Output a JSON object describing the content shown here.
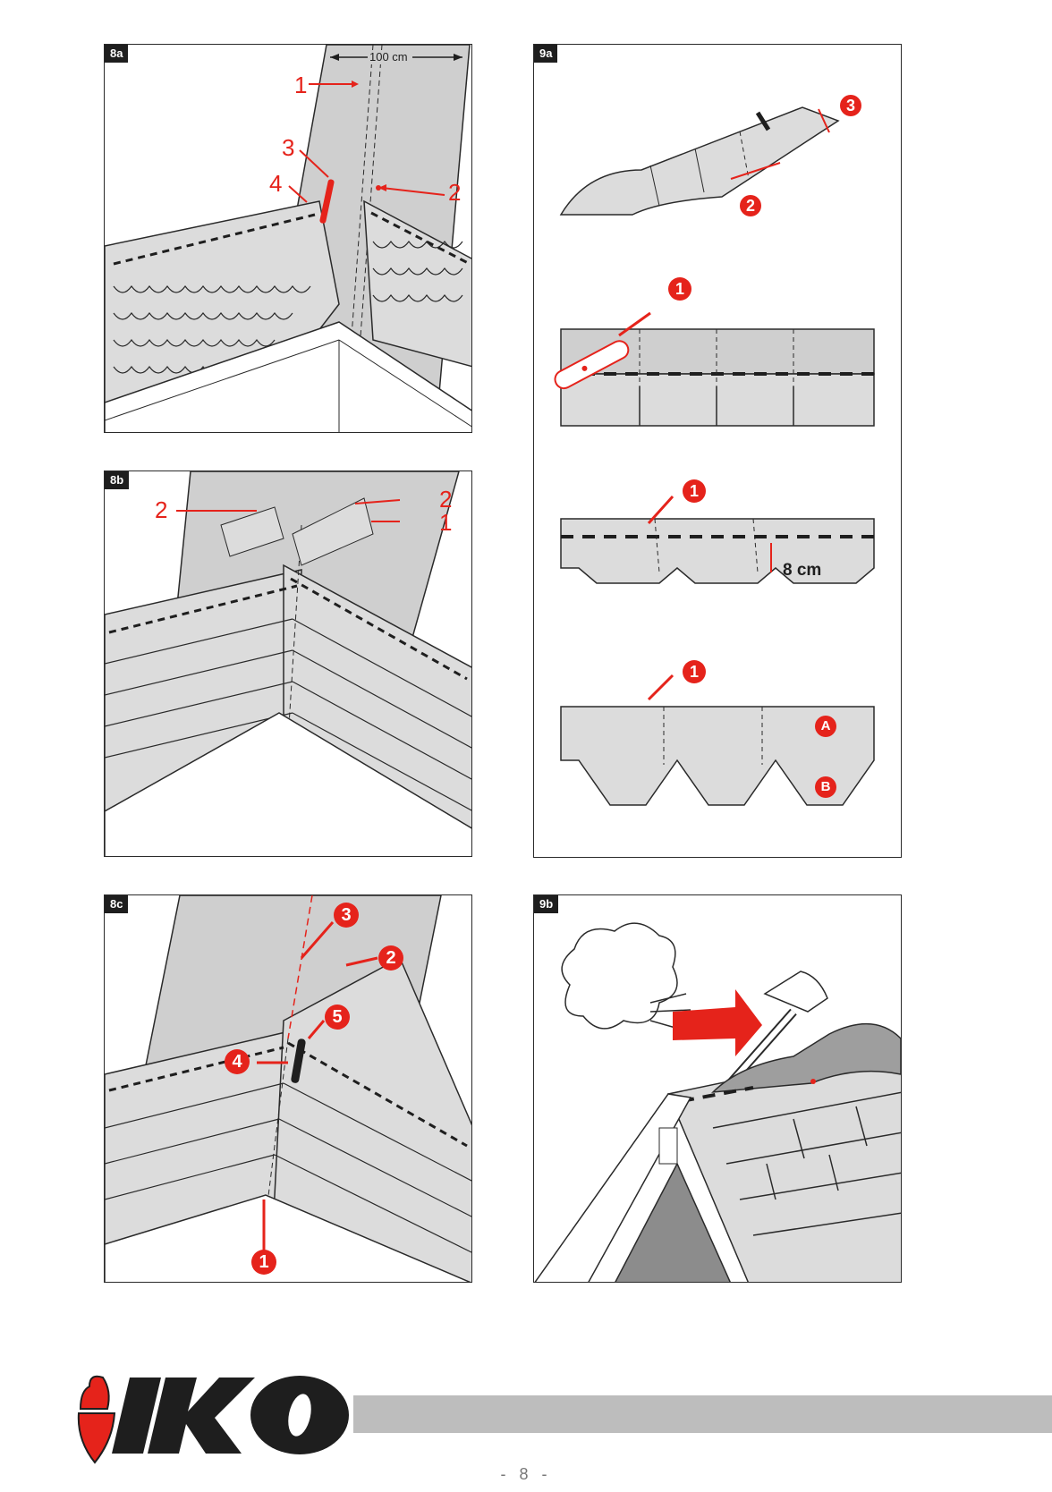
{
  "panels": [
    {
      "id": "8a",
      "label": "8a",
      "callouts": {
        "width": "100 cm",
        "n1": "1",
        "n2": "2",
        "n3": "3",
        "n4": "4"
      }
    },
    {
      "id": "9a",
      "label": "9a",
      "callouts": {
        "n3": "3",
        "n2": "2",
        "n1a": "1",
        "n1b": "1",
        "n1c": "1",
        "dim": "8 cm",
        "A": "A",
        "B": "B"
      }
    },
    {
      "id": "8b",
      "label": "8b",
      "callouts": {
        "n2a": "2",
        "n2b": "2",
        "n1": "1"
      }
    },
    {
      "id": "8c",
      "label": "8c",
      "callouts": {
        "n3": "3",
        "n2": "2",
        "n5": "5",
        "n4": "4",
        "n1": "1"
      }
    },
    {
      "id": "9b",
      "label": "9b",
      "callouts": {}
    }
  ],
  "footer": {
    "brand": "IKO",
    "page_number": "- 8 -"
  },
  "colors": {
    "accent": "#e5231b",
    "shingle": "#dcdcdc",
    "membrane": "#cfcfcf",
    "outline": "#2a2a2a",
    "footer_bar": "#bdbdbd"
  }
}
